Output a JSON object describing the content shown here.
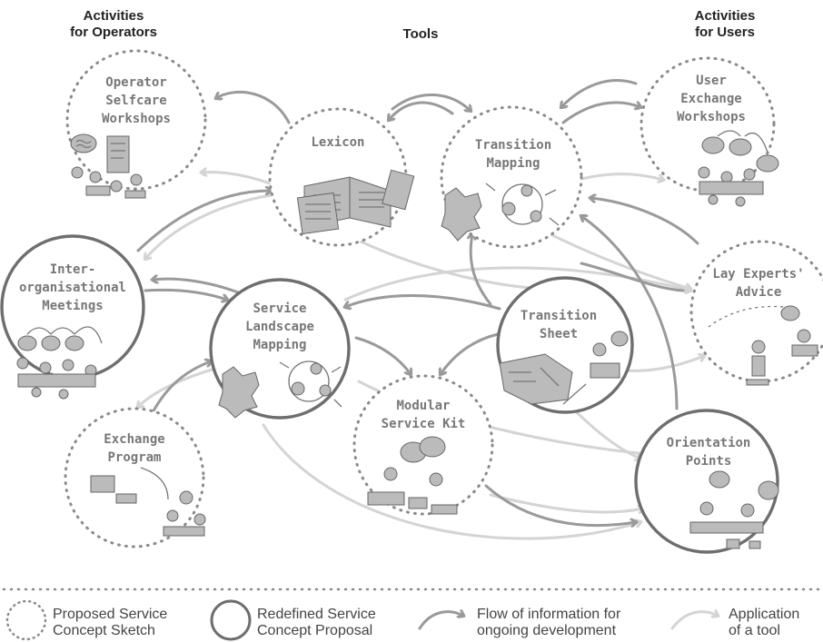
{
  "headers": {
    "operators": "Activities\nfor Operators",
    "tools": "Tools",
    "users": "Activities\nfor Users"
  },
  "nodes": {
    "operator_selfcare": "Operator\nSelfcare\nWorkshops",
    "lexicon": "Lexicon",
    "transition_mapping": "Transition\nMapping",
    "user_exchange": "User\nExchange\nWorkshops",
    "inter_org": "Inter-\norganisational\nMeetings",
    "service_landscape": "Service\nLandscape\nMapping",
    "transition_sheet": "Transition\nSheet",
    "lay_experts": "Lay Experts'\nAdvice",
    "modular_kit": "Modular\nService Kit",
    "exchange_program": "Exchange\nProgram",
    "orientation_points": "Orientation\nPoints"
  },
  "legend": {
    "proposed": "Proposed Service\nConcept Sketch",
    "redefined": "Redefined Service\nConcept Proposal",
    "flow": "Flow of information for\nongoing development",
    "application": "Application\nof a tool"
  },
  "colors": {
    "dotted_circle": "#8a8a8a",
    "solid_circle": "#6e6e6e",
    "flow_arrow": "#9a9a9a",
    "tool_arrow": "#d4d4d4"
  }
}
